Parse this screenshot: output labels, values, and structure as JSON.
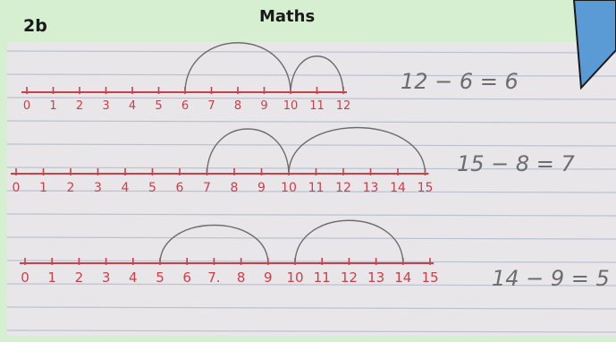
{
  "header": {
    "badge": "2b",
    "title": "Maths"
  },
  "colors": {
    "background": "#d5efd0",
    "paper": "#e8e6e9",
    "rule_line": "#a9b4c8",
    "number_line": "#c9404a",
    "pencil": "#6d6d6d",
    "arrow_fill": "#5b9bd5",
    "arrow_stroke": "#1a1a1a"
  },
  "number_lines": [
    {
      "labels": [
        "0",
        "1",
        "2",
        "3",
        "4",
        "5",
        "6",
        "7",
        "8",
        "9",
        "10",
        "11",
        "12"
      ],
      "equation": "12 − 6 = 6"
    },
    {
      "labels": [
        "0",
        "1",
        "2",
        "3",
        "4",
        "5",
        "6",
        "7",
        "8",
        "9",
        "10",
        "11",
        "12",
        "13",
        "14",
        "15"
      ],
      "equation": "15 − 8 = 7"
    },
    {
      "labels": [
        "0",
        "1",
        "2",
        "3",
        "4",
        "5",
        "6",
        "7.",
        "8",
        "9",
        "10",
        "11",
        "12",
        "13",
        "14",
        "15"
      ],
      "equation": "14 − 9 = 5"
    }
  ],
  "decorations": {
    "arrow_icon": "blue-pointer-arrow"
  }
}
